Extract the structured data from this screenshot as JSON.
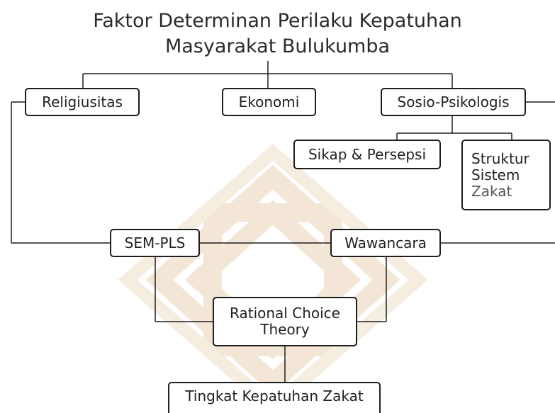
{
  "title": {
    "line1": "Faktor Determinan Perilaku Kepatuhan",
    "line2": "Masyarakat Bulukumba"
  },
  "nodes": {
    "religiusitas": "Religiusitas",
    "ekonomi": "Ekonomi",
    "sosio_psikologis": "Sosio-Psikologis",
    "sikap_persepsi": "Sikap & Persepsi",
    "struktur": {
      "line1": "Struktur",
      "line2": "Sistem",
      "line3": "Zakat"
    },
    "sem_pls": "SEM-PLS",
    "wawancara": "Wawancara",
    "rational_choice": {
      "line1": "Rational Choice",
      "line2": "Theory"
    },
    "tingkat_kepatuhan": "Tingkat Kepatuhan Zakat"
  },
  "colors": {
    "line": "#1e1e1e",
    "watermark": "#f4e8d9"
  }
}
